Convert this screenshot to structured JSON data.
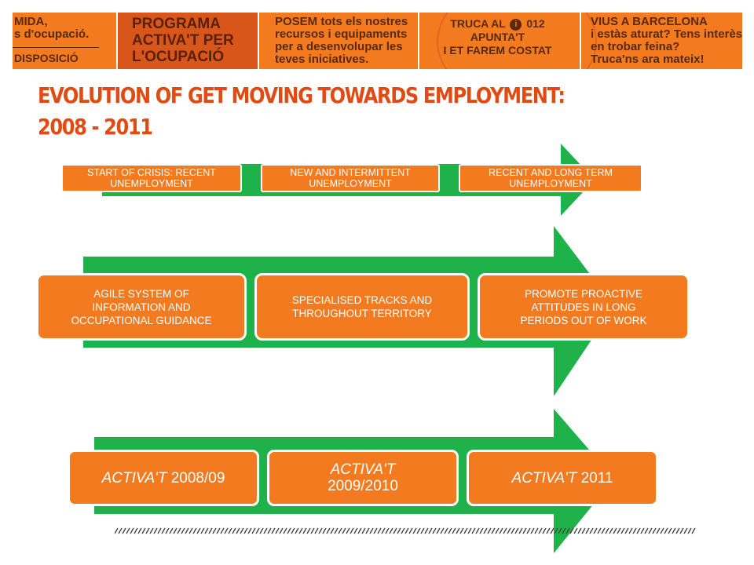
{
  "banner": {
    "cell1": {
      "line1": "MIDA,",
      "line2": "s d'ocupació.",
      "line3": "DISPOSICIÓ"
    },
    "cell2": {
      "line1": "PROGRAMA",
      "line2": "ACTIVA'T PER",
      "line3": "L'OCUPACIÓ"
    },
    "cell3": {
      "line1": "POSEM tots els nostres",
      "line2": "recursos i equipaments",
      "line3": "per a desenvolupar les",
      "line4": "teves iniciatives."
    },
    "cell4": {
      "line1a": "TRUCA AL",
      "line1b": "012",
      "line2": "APUNTA'T",
      "line3": "I ET FAREM COSTAT"
    },
    "cell5": {
      "line1": "VIUS A BARCELONA",
      "line2": "i estàs aturat? Tens interès",
      "line3": "en trobar feina?",
      "line4": "Truca'ns ara mateix!"
    }
  },
  "title": {
    "line1": "EVOLUTION OF GET MOVING TOWARDS EMPLOYMENT:",
    "line2": "2008 - 2011"
  },
  "rows": [
    {
      "boxes": [
        {
          "line1": "START OF CRISIS: RECENT",
          "line2": "UNEMPLOYMENT"
        },
        {
          "line1": "NEW AND INTERMITTENT",
          "line2": "UNEMPLOYMENT"
        },
        {
          "line1": "RECENT AND LONG TERM",
          "line2": "UNEMPLOYMENT"
        }
      ]
    },
    {
      "boxes": [
        {
          "line1": "AGILE SYSTEM OF",
          "line2": "INFORMATION AND",
          "line3": "OCCUPATIONAL GUIDANCE"
        },
        {
          "line1": "SPECIALISED TRACKS AND",
          "line2": "THROUGHOUT TERRITORY"
        },
        {
          "line1": "PROMOTE PROACTIVE",
          "line2": "ATTITUDES IN LONG",
          "line3": "PERIODS OUT OF WORK"
        }
      ]
    },
    {
      "boxes": [
        {
          "italic": "ACTIVA'T",
          "rest": " 2008/09"
        },
        {
          "italic": "ACTIVA'T",
          "rest": "2009/2010"
        },
        {
          "italic": "ACTIVA'T",
          "rest": " 2011"
        }
      ]
    }
  ],
  "colors": {
    "banner_orange": "#f47a20",
    "banner_dark_orange": "#d9561a",
    "title_red": "#e14a12",
    "arrow_green": "#1fb14a",
    "box_orange": "#f47a20"
  }
}
